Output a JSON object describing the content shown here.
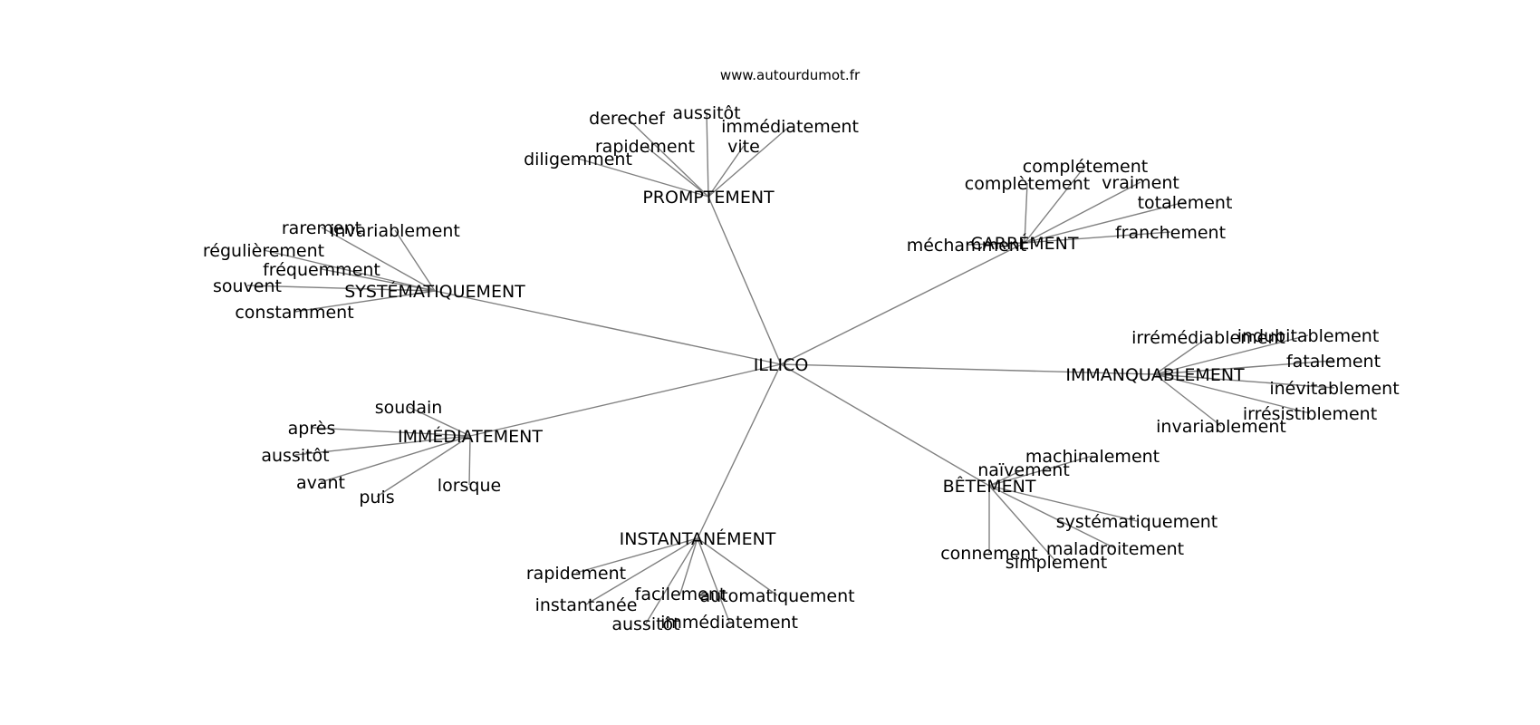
{
  "source": "www.autourdumot.fr",
  "root": "ILLICO",
  "clusters": [
    {
      "id": "promptement",
      "label": "PROMPTEMENT",
      "words": [
        "derechef",
        "aussitôt",
        "immédiatement",
        "rapidement",
        "vite",
        "diligemment"
      ]
    },
    {
      "id": "carrement",
      "label": "CARRÉMENT",
      "words": [
        "complétement",
        "complètement",
        "vraiment",
        "totalement",
        "franchement",
        "méchamment"
      ]
    },
    {
      "id": "systematiquement",
      "label": "SYSTÉMATIQUEMENT",
      "words": [
        "rarement",
        "invariablement",
        "régulièrement",
        "fréquemment",
        "souvent",
        "constamment"
      ]
    },
    {
      "id": "immanquablement",
      "label": "IMMANQUABLEMENT",
      "words": [
        "irrémédiablement",
        "indubitablement",
        "fatalement",
        "inévitablement",
        "irrésistiblement",
        "invariablement"
      ]
    },
    {
      "id": "immediatement",
      "label": "IMMÉDIATEMENT",
      "words": [
        "soudain",
        "après",
        "aussitôt",
        "avant",
        "puis",
        "lorsque"
      ]
    },
    {
      "id": "betement",
      "label": "BÊTEMENT",
      "words": [
        "machinalement",
        "naïvement",
        "systématiquement",
        "connement",
        "maladroitement",
        "simplement"
      ]
    },
    {
      "id": "instantanement",
      "label": "INSTANTANÉMENT",
      "words": [
        "rapidement",
        "instantanée",
        "facilement",
        "automatiquement",
        "aussitôt",
        "immédiatement"
      ]
    }
  ]
}
